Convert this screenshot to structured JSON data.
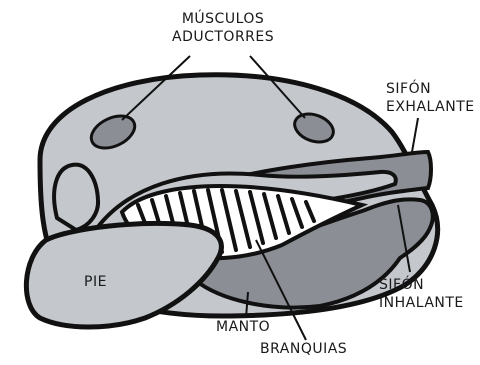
{
  "labels": {
    "muscles": {
      "line1": "MÚSCULOS",
      "line2": "ADUCTORRES"
    },
    "exhalant": {
      "line1": "SIFÓN",
      "line2": "EXHALANTE"
    },
    "inhalant": {
      "line1": "SIFÓN",
      "line2": "INHALANTE"
    },
    "foot": "PIE",
    "mantle": "MANTO",
    "gills": "BRANQUIAS"
  },
  "colors": {
    "shell": "#c4c7cc",
    "dark": "#8b8f95",
    "outline": "#111111",
    "background": "#ffffff"
  }
}
